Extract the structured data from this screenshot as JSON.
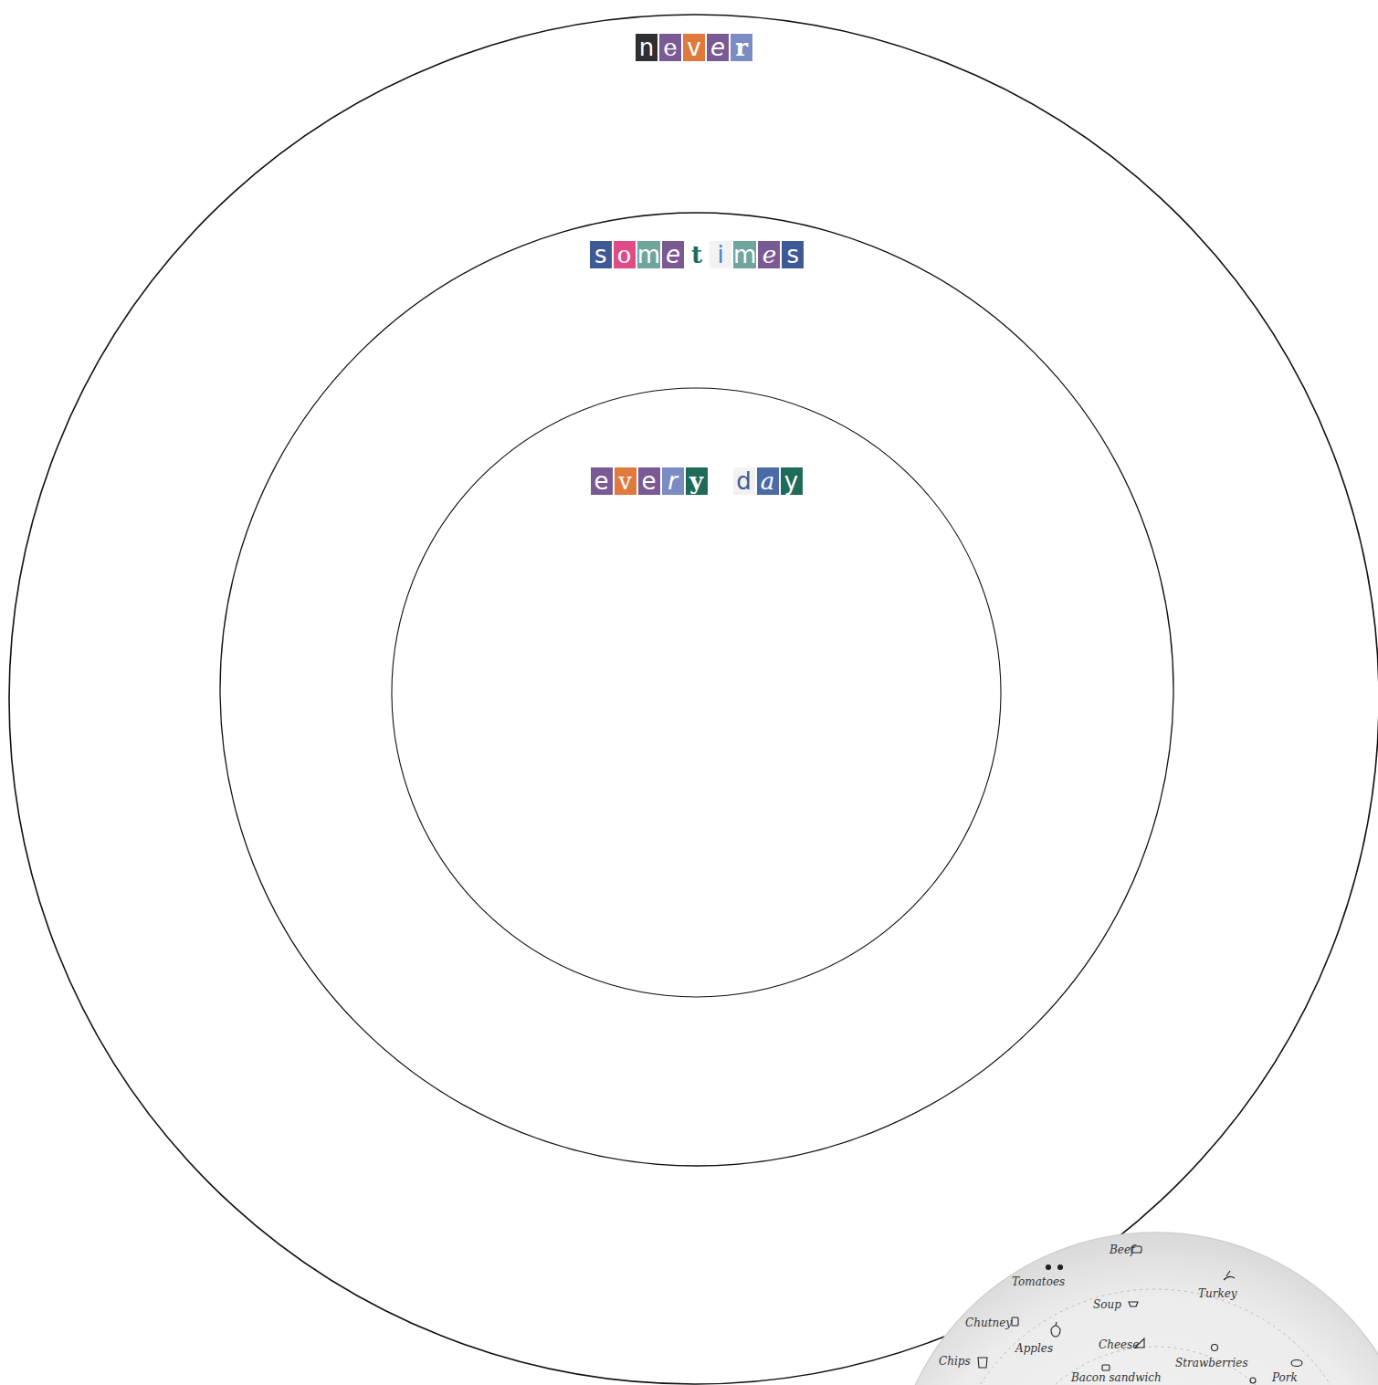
{
  "diagram": {
    "nodes": [
      {
        "text": [
          "never"
        ]
      },
      {
        "text": [
          "sometimes"
        ],
        "in": 0
      },
      {
        "text": [
          "every day"
        ],
        "in": 1
      }
    ],
    "labels": [
      "Beef",
      "Tomatoes",
      "Turkey",
      "Soup",
      "Chutney",
      "Apples",
      "Cheese",
      "Strawberries",
      "Chips",
      "Bacon sandwich",
      "Pork"
    ]
  }
}
